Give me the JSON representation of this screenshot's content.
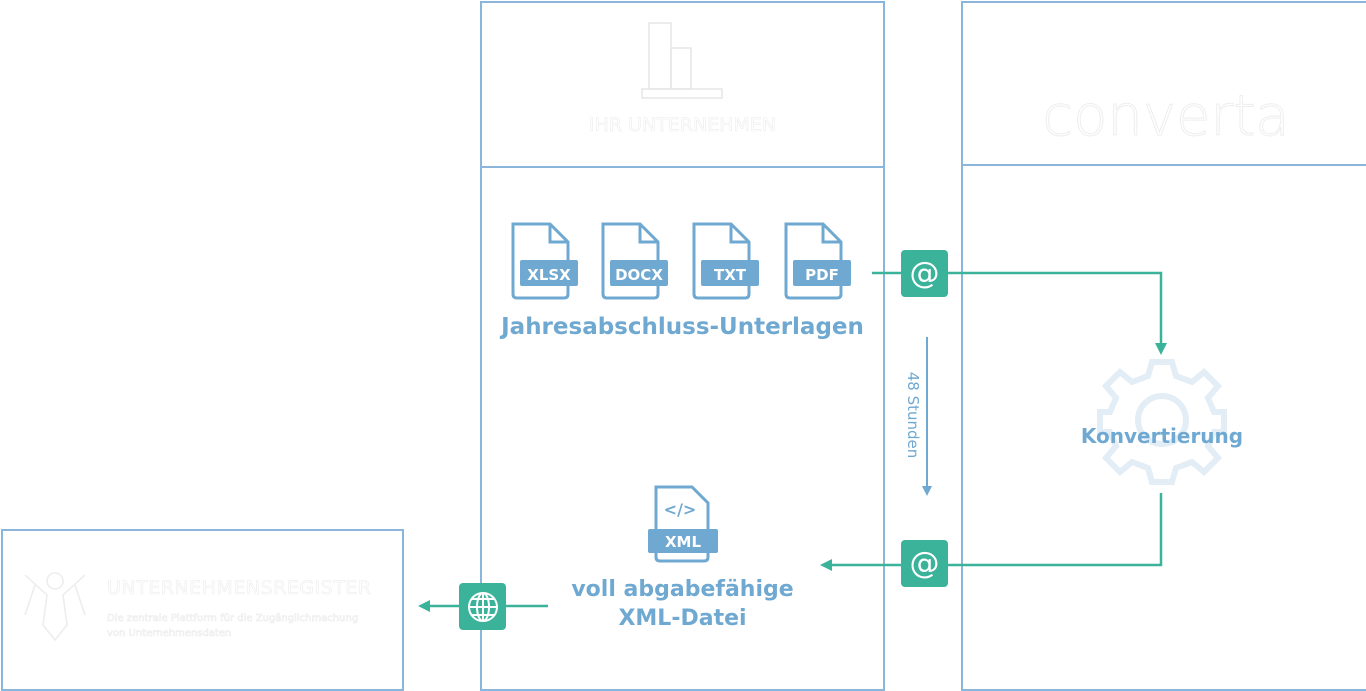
{
  "register": {
    "title": "UNTERNEHMENSREGISTER",
    "subtitle_line1": "Die zentrale Plattform für die Zugänglichmachung",
    "subtitle_line2": "von Unternehmensdaten"
  },
  "company": {
    "title": "IHR UNTERNEHMEN",
    "documents_label": "Jahresabschluss-Unterlagen",
    "files": [
      "XLSX",
      "DOCX",
      "TXT",
      "PDF"
    ],
    "xml_icon_label": "XML",
    "xml_code": "</>",
    "result_line1": "voll abgabefähige",
    "result_line2": "XML-Datei"
  },
  "converta": {
    "logo": "converta",
    "process_label": "Konvertierung"
  },
  "flow": {
    "duration_label": "48 Stunden",
    "email_icon": "@"
  },
  "colors": {
    "blue": "#6fa8d0",
    "green": "#3bb39a",
    "border": "#8ab6db"
  }
}
